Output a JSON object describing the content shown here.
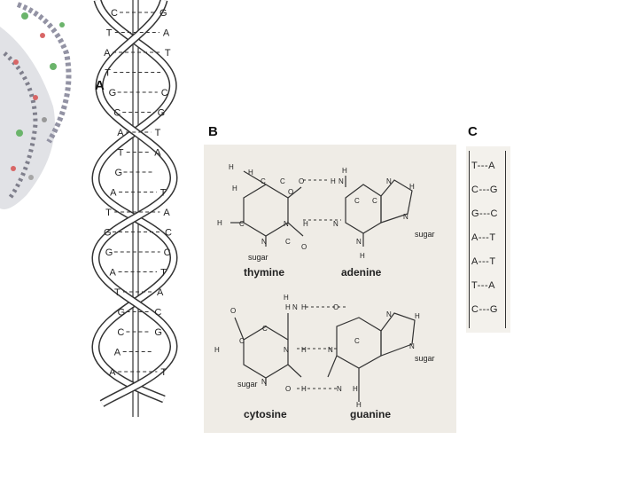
{
  "labels": {
    "a": "A",
    "b": "B",
    "c": "C"
  },
  "panel_a": {
    "pairs": [
      [
        "C",
        "G"
      ],
      [
        "T",
        "A"
      ],
      [
        "A",
        "T"
      ],
      [
        "T",
        ""
      ],
      [
        "G",
        "C"
      ],
      [
        "C",
        "G"
      ],
      [
        "A",
        "T"
      ],
      [
        "T",
        "A"
      ],
      [
        "G",
        ""
      ],
      [
        "A",
        "T"
      ],
      [
        "T",
        "A"
      ],
      [
        "G",
        "C"
      ],
      [
        "G",
        "C"
      ],
      [
        "A",
        "T"
      ],
      [
        "T",
        "A"
      ],
      [
        "G",
        "C"
      ],
      [
        "C",
        "G"
      ],
      [
        "A",
        ""
      ],
      [
        "A",
        "T"
      ]
    ]
  },
  "panel_b": {
    "top_pair": {
      "left_name": "thymine",
      "right_name": "adenine"
    },
    "bottom_pair": {
      "left_name": "cytosine",
      "right_name": "guanine"
    },
    "sugar": "sugar"
  },
  "panel_c": {
    "pairs": [
      "T---A",
      "C---G",
      "G---C",
      "A---T",
      "A---T",
      "T---A",
      "C---G"
    ]
  }
}
